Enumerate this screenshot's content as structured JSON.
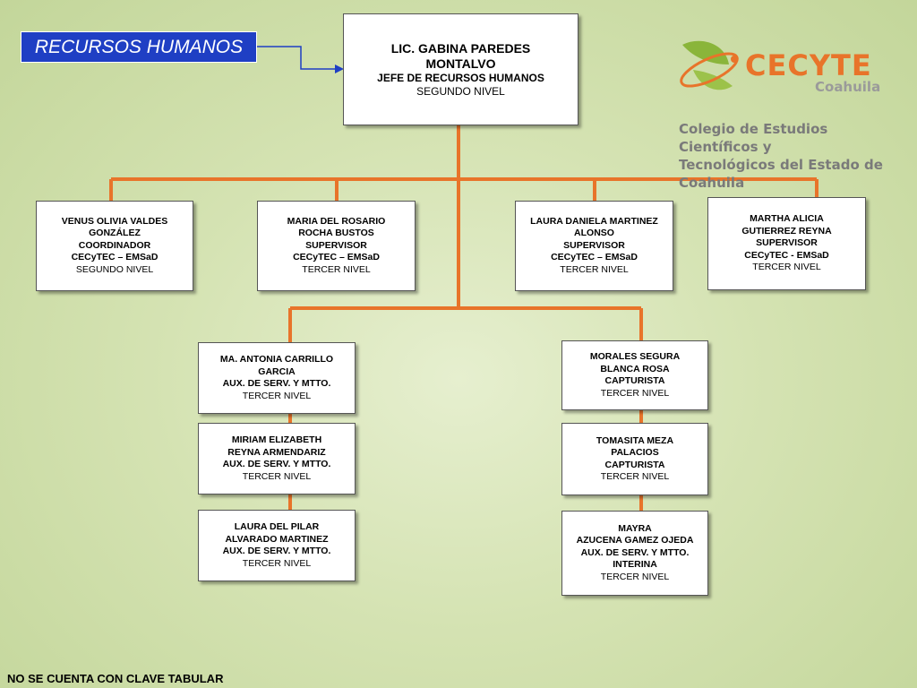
{
  "header": {
    "title": "RECURSOS HUMANOS"
  },
  "logo": {
    "brand": "CECYTE",
    "state": "Coahuila",
    "tagline_line1": "Colegio de Estudios Científicos y",
    "tagline_line2": "Tecnológicos del Estado de Coahuila",
    "colors": {
      "orange": "#e8742a",
      "green": "#8ab53a",
      "gray": "#7a7a7a"
    }
  },
  "colors": {
    "connector": "#e8742a",
    "title_bg": "#1f3fc4"
  },
  "head": {
    "name_line1": "LIC. GABINA PAREDES",
    "name_line2": "MONTALVO",
    "role": "JEFE DE RECURSOS HUMANOS",
    "level": "SEGUNDO NIVEL"
  },
  "row1": [
    {
      "lines": [
        "VENUS OLIVIA VALDES",
        "GONZÁLEZ",
        "COORDINADOR",
        "CECyTEC – EMSaD"
      ],
      "level": "SEGUNDO NIVEL"
    },
    {
      "lines": [
        "MARIA DEL ROSARIO",
        "ROCHA BUSTOS",
        "SUPERVISOR",
        "CECyTEC – EMSaD"
      ],
      "level": "TERCER NIVEL"
    },
    {
      "lines": [
        "LAURA DANIELA MARTINEZ",
        "ALONSO",
        "SUPERVISOR",
        "CECyTEC – EMSaD"
      ],
      "level": "TERCER NIVEL"
    },
    {
      "lines": [
        "MARTHA ALICIA",
        "GUTIERREZ REYNA",
        "SUPERVISOR",
        "CECyTEC - EMSaD"
      ],
      "level": "TERCER NIVEL"
    }
  ],
  "left_column": [
    {
      "lines": [
        "MA. ANTONIA CARRILLO",
        "GARCIA",
        "AUX. DE SERV. Y MTTO."
      ],
      "level": "TERCER NIVEL"
    },
    {
      "lines": [
        "MIRIAM ELIZABETH",
        "REYNA ARMENDARIZ",
        "AUX. DE SERV. Y MTTO."
      ],
      "level": "TERCER NIVEL"
    },
    {
      "lines": [
        "LAURA DEL PILAR",
        "ALVARADO MARTINEZ",
        "AUX. DE SERV. Y MTTO."
      ],
      "level": "TERCER NIVEL"
    }
  ],
  "right_column": [
    {
      "lines": [
        "MORALES SEGURA",
        "BLANCA ROSA",
        "CAPTURISTA"
      ],
      "level": "TERCER NIVEL"
    },
    {
      "lines": [
        "TOMASITA MEZA",
        "PALACIOS",
        "CAPTURISTA"
      ],
      "level": "TERCER NIVEL"
    },
    {
      "lines": [
        "MAYRA",
        "AZUCENA GAMEZ OJEDA",
        "AUX. DE SERV. Y MTTO.",
        "INTERINA"
      ],
      "level": "TERCER NIVEL"
    }
  ],
  "footer": {
    "note": "NO SE CUENTA CON CLAVE TABULAR"
  }
}
